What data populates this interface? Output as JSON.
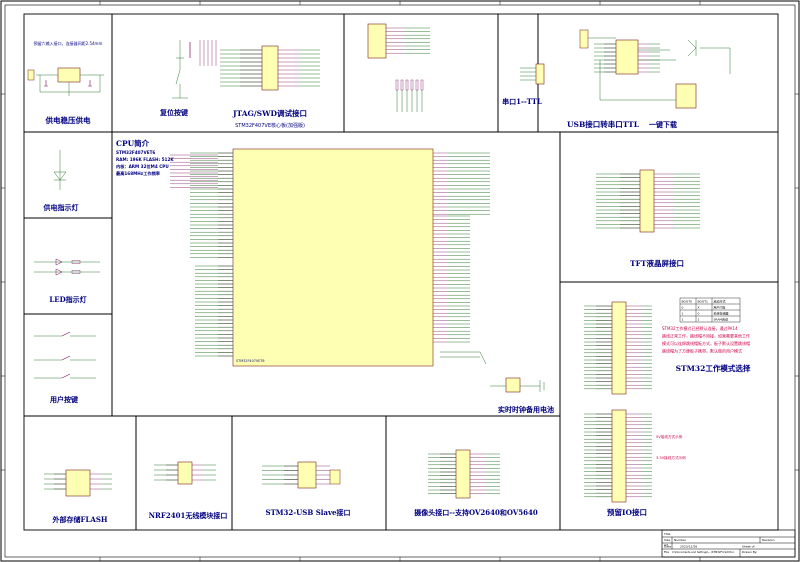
{
  "sections": {
    "power_note": "预留六输入接口，连接器间距2.54mm",
    "power": "供电稳压供电",
    "reset": "复位按键",
    "jtag": "JTAG/SWD调试接口",
    "core_board": "STM32F407VE核心板(加强版)",
    "uart": "串口1--TTL",
    "usb_ttl": "USB接口转串口TTL",
    "download": "一键下载",
    "power_led": "供电指示灯",
    "led": "LED指示灯",
    "user_key": "用户按键",
    "tft": "TFT液晶屏接口",
    "rtc": "实时时钟备用电池",
    "work_mode": "STM32工作模式选择",
    "flash": "外部存储FLASH",
    "nrf": "NRF2401无线模块接口",
    "usb_slave": "STM32-USB Slave接口",
    "camera": "摄像头接口--支持OV2640和OV5640",
    "io": "预留IO接口"
  },
  "cpu_info": {
    "title": "CPU简介",
    "model": "STM32F407VET6",
    "ram_flash": "RAM: 196K  FLASH: 512K",
    "core": "内核：ARM 32位M4 CPU",
    "freq": "最高168MHz工作频率"
  },
  "mcu_label": "STM32F407VET6",
  "boot_note": "STM32工作模式已经默认连接，通过PA14跳线正常工作，跳线帽不用接，如果需要其他工作模式可以连焊跳线帽板方式，板子默认设置跳线帽跳线帽为了方便板子携带，默认做的用户模式",
  "boot_table": {
    "headers": [
      "BOOT0",
      "BOOT1",
      "启动方式"
    ],
    "rows": [
      [
        "0",
        "X",
        "用户闪存"
      ],
      [
        "1",
        "0",
        "系统存储器"
      ],
      [
        "1",
        "1",
        "SRAM启动"
      ]
    ]
  },
  "io_notes": [
    "5V接线方式示例",
    "3.3V接线方式示例"
  ],
  "title_block": {
    "title_label": "Title",
    "size_label": "Size",
    "size": "A3",
    "number_label": "Number",
    "revision_label": "Revision",
    "date_label": "Date",
    "date": "2023/12/26",
    "file_label": "File",
    "file": "C:\\Documents and Settings\\...\\STM32F4.SchDoc",
    "sheet_label": "Sheet of",
    "drawn_label": "Drawn By:"
  }
}
